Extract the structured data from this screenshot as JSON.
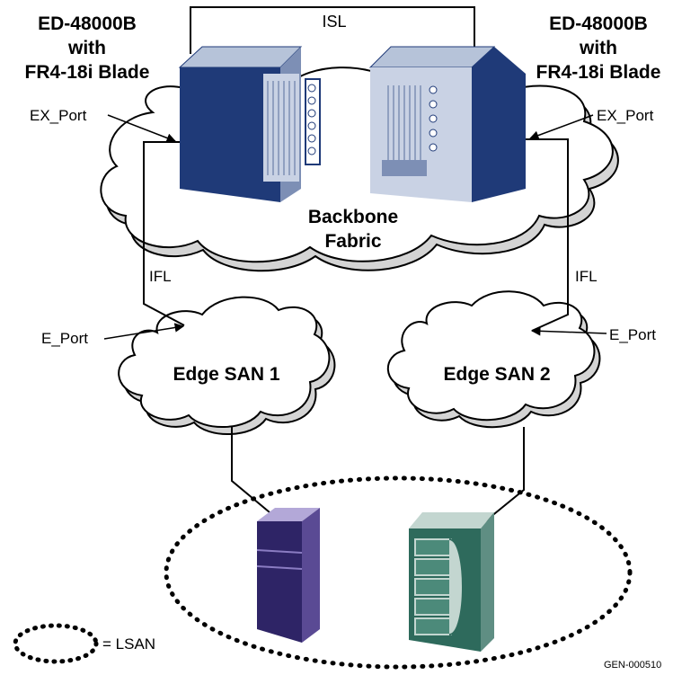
{
  "diagram": {
    "left_switch": {
      "line1": "ED-48000B",
      "line2": "with",
      "line3": "FR4-18i Blade"
    },
    "right_switch": {
      "line1": "ED-48000B",
      "line2": "with",
      "line3": "FR4-18i Blade"
    },
    "isl_label": "ISL",
    "backbone": {
      "line1": "Backbone",
      "line2": "Fabric"
    },
    "ex_port_left": "EX_Port",
    "ex_port_right": "EX_Port",
    "ifl_left": "IFL",
    "ifl_right": "IFL",
    "e_port_left": "E_Port",
    "e_port_right": "E_Port",
    "edge_san_1": "Edge SAN 1",
    "edge_san_2": "Edge SAN 2",
    "legend_label": "= LSAN",
    "figure_id": "GEN-000510"
  },
  "colors": {
    "switch_dark": "#1f3a78",
    "switch_light": "#b6c3d9",
    "server_purple": "#5a4a94",
    "storage_teal": "#2e6a5c"
  }
}
